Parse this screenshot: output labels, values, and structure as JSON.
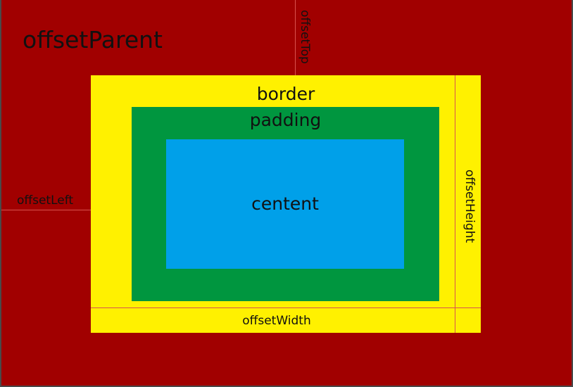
{
  "diagram": {
    "title": "offsetParent",
    "border_label": "border",
    "padding_label": "padding",
    "content_label": "centent",
    "offset_top_label": "offsetTop",
    "offset_left_label": "offsetLeft",
    "offset_height_label": "offsetHeight",
    "offset_width_label": "offsetWidth"
  },
  "colors": {
    "parent": "#a10000",
    "border": "#fff100",
    "padding": "#00963f",
    "content": "#00a0e9",
    "guide_line": "#d9534f",
    "frame": "#4a4a4a"
  }
}
